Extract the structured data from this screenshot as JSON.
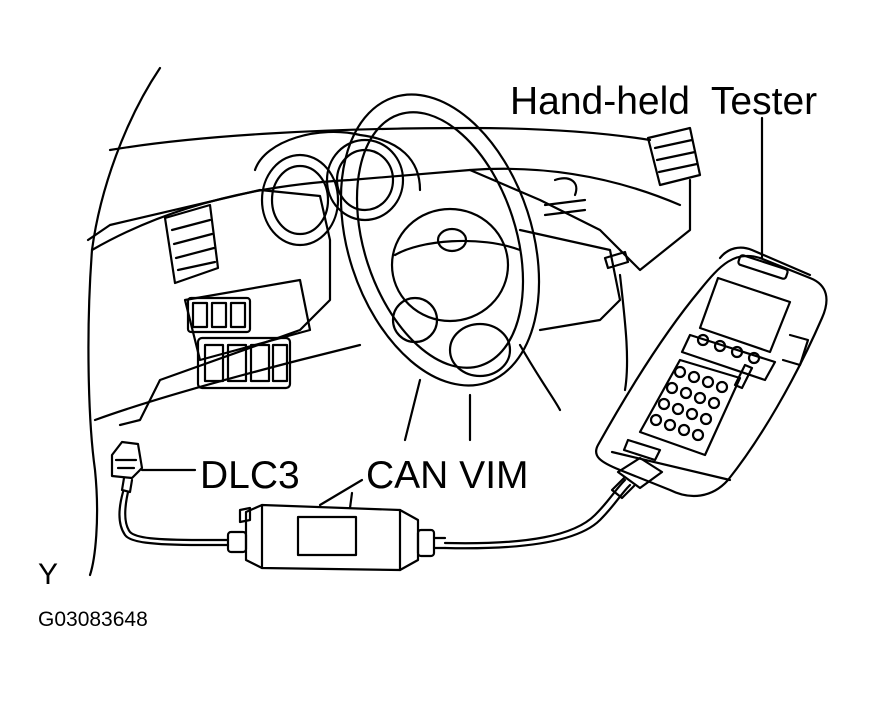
{
  "labels": {
    "tester": "Hand-held  Tester",
    "dlc3": "DLC3",
    "can_vim": "CAN VIM",
    "mark": "Y",
    "figure_code": "G03083648"
  },
  "colors": {
    "line": "#000000",
    "background": "#ffffff"
  }
}
